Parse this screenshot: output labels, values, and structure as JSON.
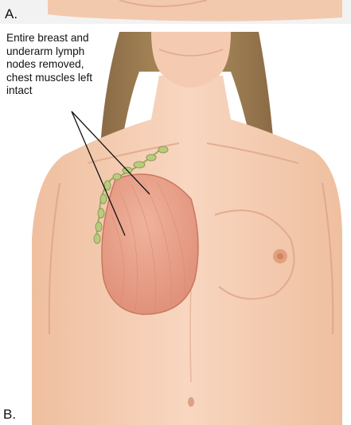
{
  "panels": {
    "a_label": "A.",
    "b_label": "B."
  },
  "callout": {
    "lines": [
      "Entire breast and",
      "underarm lymph",
      "nodes removed,",
      "chest muscles left",
      "intact"
    ]
  },
  "colors": {
    "skin": "#f6cdb3",
    "skin_shadow": "#e7aa8a",
    "hair": "#9c7a53",
    "removed_tissue": "#e8a08a",
    "lymph_nodes": "#b7c97a",
    "background_strip": "#f2f2f2"
  }
}
